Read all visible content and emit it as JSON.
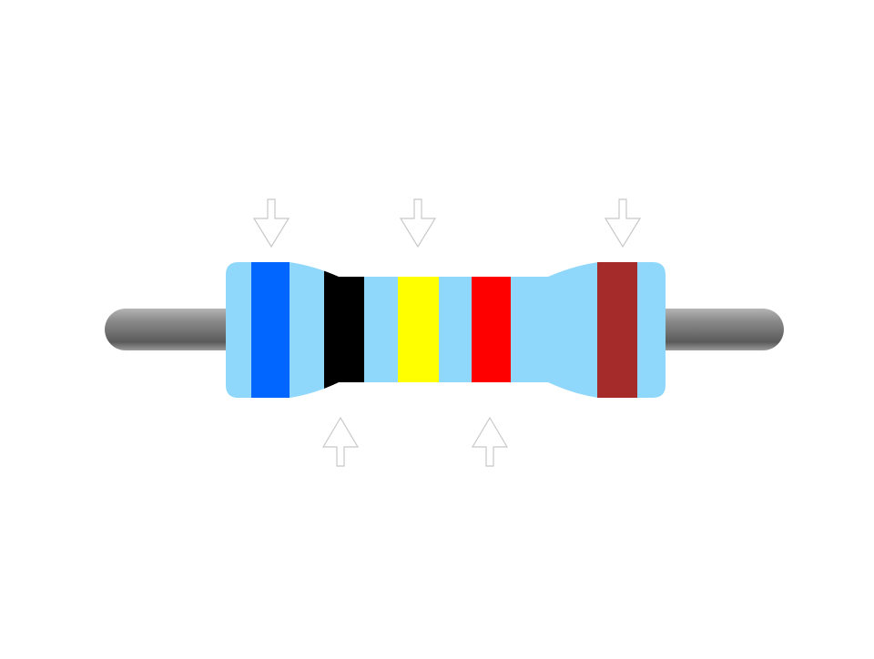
{
  "resistor": {
    "body_color": "#8fd8fc",
    "lead_color": "#8a8a8a",
    "bands": [
      {
        "name": "blue",
        "color": "#0066ff"
      },
      {
        "name": "black",
        "color": "#000000"
      },
      {
        "name": "yellow",
        "color": "#ffff00"
      },
      {
        "name": "red",
        "color": "#ff0000"
      },
      {
        "name": "brown",
        "color": "#a52a2a"
      }
    ]
  },
  "arrows": {
    "stroke_color": "#c8c8c8",
    "fill_color": "#ffffff",
    "top_count": 3,
    "bottom_count": 2
  }
}
